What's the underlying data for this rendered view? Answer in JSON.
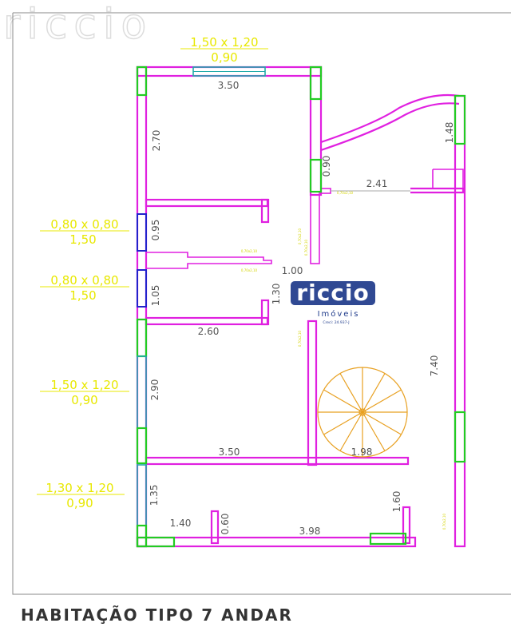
{
  "title": "HABITAÇÃO TIPO 7 ANDAR",
  "watermark": {
    "text": "riccio",
    "subtitle": "Imóveis",
    "creci": "Creci: 24.937-J"
  },
  "window_labels": {
    "top": {
      "size": "1,50 x 1,20",
      "sill": "0,90"
    },
    "left_1": {
      "size": "0,80 x 0,80",
      "sill": "1,50"
    },
    "left_2": {
      "size": "0,80 x 0,80",
      "sill": "1,50"
    },
    "left_3": {
      "size": "1,50 x 1,20",
      "sill": "0,90"
    },
    "left_4": {
      "size": "1,30 x 1,20",
      "sill": "0,90"
    }
  },
  "dimensions": {
    "d_3_50_top": "3.50",
    "d_2_70": "2.70",
    "d_0_90": "0.90",
    "d_2_41": "2.41",
    "d_1_48": "1.48",
    "d_0_95": "0.95",
    "d_1_00": "1.00",
    "d_1_05": "1.05",
    "d_1_30": "1.30",
    "d_2_60": "2.60",
    "d_2_90": "2.90",
    "d_7_40": "7.40",
    "d_3_50_mid": "3.50",
    "d_1_98": "1.98",
    "d_1_35": "1.35",
    "d_1_60": "1.60",
    "d_1_40": "1.40",
    "d_0_60": "0.60",
    "d_3_98": "3.98"
  },
  "door_labels": {
    "a": "0,70x2,10",
    "b": "0,70x2,10",
    "c": "0,70x2,10",
    "d": "0,70x2,10",
    "e": "0,70x2,10",
    "f": "0,70x2,10",
    "g": "0,70x2,10"
  },
  "colors": {
    "wall": "#e020e0",
    "window_frame": "#22cc22",
    "glass": "#22aaaa",
    "window_label": "#e8e800",
    "stair": "#e8a020",
    "watermark": "#1e3a8a"
  }
}
